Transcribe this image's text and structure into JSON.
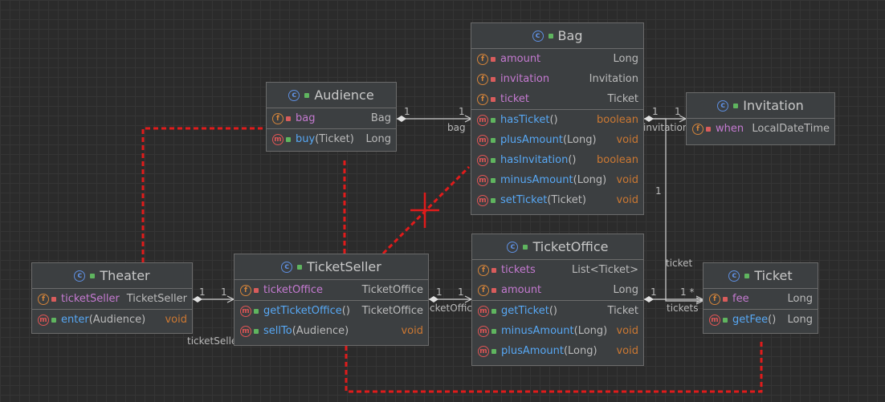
{
  "colors": {
    "background": "#2b2b2b",
    "node_fill": "#3c3f41",
    "dependency_line": "#e01b1b",
    "association_line": "#cfcfcf",
    "field_name": "#c57ad1",
    "method_name": "#57a8f5",
    "primitive_type": "#cc7832"
  },
  "classes": {
    "bag": {
      "title": "Bag",
      "fields": [
        {
          "name": "amount",
          "type": "Long"
        },
        {
          "name": "invitation",
          "type": "Invitation"
        },
        {
          "name": "ticket",
          "type": "Ticket"
        }
      ],
      "methods": [
        {
          "name": "hasTicket",
          "params": "()",
          "type": "boolean"
        },
        {
          "name": "plusAmount",
          "params": "(Long)",
          "type": "void"
        },
        {
          "name": "hasInvitation",
          "params": "()",
          "type": "boolean"
        },
        {
          "name": "minusAmount",
          "params": "(Long)",
          "type": "void"
        },
        {
          "name": "setTicket",
          "params": "(Ticket)",
          "type": "void"
        }
      ]
    },
    "audience": {
      "title": "Audience",
      "fields": [
        {
          "name": "bag",
          "type": "Bag"
        }
      ],
      "methods": [
        {
          "name": "buy",
          "params": "(Ticket)",
          "type": "Long"
        }
      ]
    },
    "invitation": {
      "title": "Invitation",
      "fields": [
        {
          "name": "when",
          "type": "LocalDateTime"
        }
      ]
    },
    "theater": {
      "title": "Theater",
      "fields": [
        {
          "name": "ticketSeller",
          "type": "TicketSeller"
        }
      ],
      "methods": [
        {
          "name": "enter",
          "params": "(Audience)",
          "type": "void"
        }
      ]
    },
    "ticketseller": {
      "title": "TicketSeller",
      "fields": [
        {
          "name": "ticketOffice",
          "type": "TicketOffice"
        }
      ],
      "methods": [
        {
          "name": "getTicketOffice",
          "params": "()",
          "type": "TicketOffice"
        },
        {
          "name": "sellTo",
          "params": "(Audience)",
          "type": "void"
        }
      ]
    },
    "ticketoffice": {
      "title": "TicketOffice",
      "fields": [
        {
          "name": "tickets",
          "type": "List<Ticket>"
        },
        {
          "name": "amount",
          "type": "Long"
        }
      ],
      "methods": [
        {
          "name": "getTicket",
          "params": "()",
          "type": "Ticket"
        },
        {
          "name": "minusAmount",
          "params": "(Long)",
          "type": "void"
        },
        {
          "name": "plusAmount",
          "params": "(Long)",
          "type": "void"
        }
      ]
    },
    "ticket": {
      "title": "Ticket",
      "fields": [
        {
          "name": "fee",
          "type": "Long"
        }
      ],
      "methods": [
        {
          "name": "getFee",
          "params": "()",
          "type": "Long"
        }
      ]
    }
  },
  "edge_labels": {
    "aud_bag_src_mult": "1",
    "aud_bag_dst_mult": "1",
    "aud_bag_role": "bag",
    "bag_inv_src_mult": "1",
    "bag_inv_dst_mult": "1",
    "bag_inv_role": "invitation",
    "bag_ticket_mult": "1",
    "bag_ticket_role": "ticket",
    "th_ts_src_mult": "1",
    "th_ts_dst_mult": "1",
    "th_ts_role": "ticketSeller",
    "ts_to_src_mult": "1",
    "ts_to_dst_mult": "1",
    "ts_to_role": "ticketOffice",
    "to_t_src_mult": "1",
    "to_t_dst_mult": "1 *",
    "to_t_role": "tickets"
  }
}
